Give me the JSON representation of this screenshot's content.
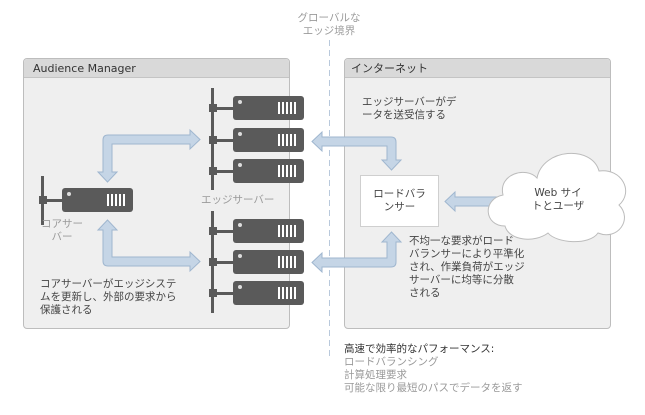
{
  "boundary": {
    "label_lines": [
      "グローバルな",
      "エッジ境界"
    ]
  },
  "panels": {
    "left": {
      "title": "Audience Manager"
    },
    "right": {
      "title": "インターネット"
    }
  },
  "labels": {
    "core_server_lines": [
      "コアサー",
      "バー"
    ],
    "edge_servers": "エッジサーバー",
    "load_balancer_lines": [
      "ロードバラ",
      "ンサー"
    ],
    "cloud_lines": [
      "Web サイ",
      "トとユーザ"
    ]
  },
  "notes": {
    "edge_send_receive": [
      "エッジサーバーがデ",
      "ータを送受信する"
    ],
    "load_balancing": [
      "不均一な要求がロード",
      "バランサーにより平準化",
      "され、作業負荷がエッジ",
      "サーバーに均等に分散",
      "される"
    ],
    "core_update": [
      "コアサーバーがエッジシステ",
      "ムを更新し、外部の要求から",
      "保護される"
    ]
  },
  "footer": {
    "heading": "高速で効率的なパフォーマンス:",
    "items": [
      "ロードバランシング",
      "計算処理要求",
      "可能な限り最短のパスでデータを返す"
    ]
  },
  "colors": {
    "arrow_fill": "#c5d5e6",
    "arrow_stroke": "#9fb6cf",
    "server": "#5a5a5a",
    "boundary_line": "#b9c9dc"
  }
}
